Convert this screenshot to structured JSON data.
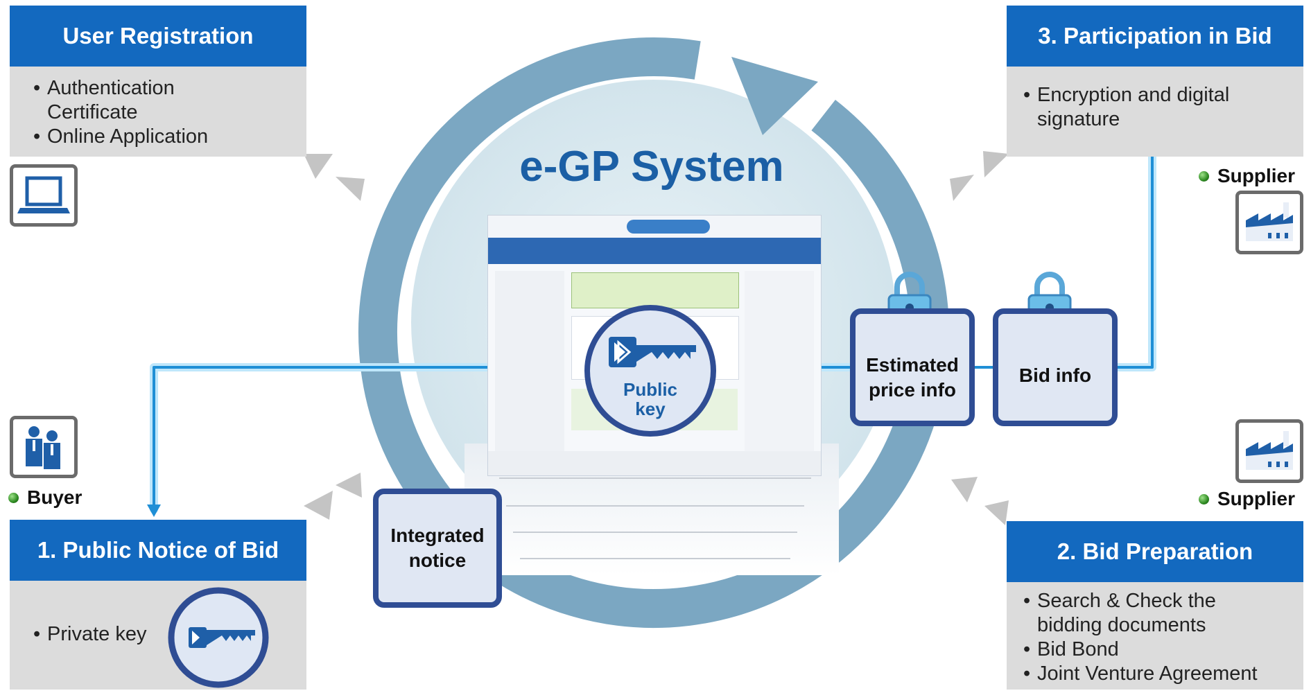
{
  "title": "e-GP System",
  "steps": {
    "user_registration": {
      "header": "User Registration",
      "bullets": [
        "Authentication Certificate",
        "Online Application"
      ]
    },
    "public_notice": {
      "header": "1. Public Notice of Bid",
      "bullets": [
        "Private key"
      ]
    },
    "bid_preparation": {
      "header": "2. Bid Preparation",
      "bullets": [
        "Search & Check the bidding documents",
        "Bid Bond",
        "Joint Venture  Agreement"
      ]
    },
    "participation": {
      "header": "3. Participation in Bid",
      "bullets": [
        "Encryption and digital signature"
      ]
    }
  },
  "nodes": {
    "public_key": [
      "Public",
      "key"
    ],
    "estimated_price": [
      "Estimated",
      "price info"
    ],
    "bid_info": "Bid info",
    "integrated_notice": [
      "Integrated",
      "notice"
    ]
  },
  "roles": {
    "buyer": "Buyer",
    "supplier_top": "Supplier",
    "supplier_bottom": "Supplier"
  },
  "icons": [
    "laptop-icon",
    "buyer-people-icon",
    "supplier-factory-icon",
    "key-icon",
    "padlock-icon"
  ],
  "colors": {
    "header_blue": "#1369bf",
    "ring": "#7ba7c2",
    "node_border": "#2f4d94",
    "title": "#1b5fa5"
  }
}
